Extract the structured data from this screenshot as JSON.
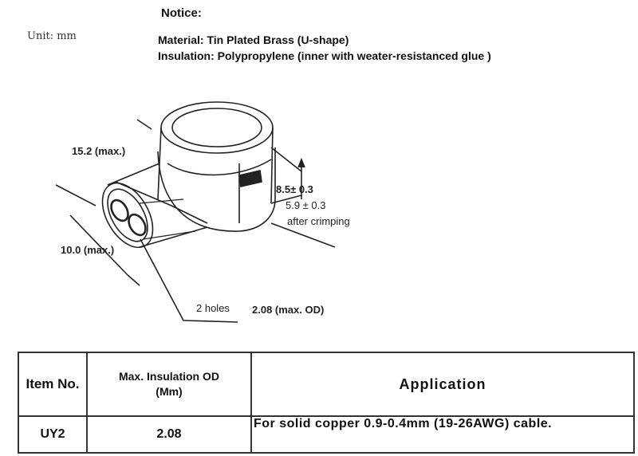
{
  "notice": {
    "title": "Notice:",
    "unit": "Unit: mm",
    "material": "Material: Tin Plated Brass (U-shape)",
    "insulation": "Insulation: Polypropylene (inner with weater-resistanced glue )"
  },
  "dimensions": {
    "width": "15.2 (max.)",
    "height": "8.5± 0.3",
    "height_crimped": "5.9 ± 0.3",
    "after_crimping": "after crimping",
    "depth": "10.0 (max.)",
    "holes_label": "2 holes",
    "holes_od": "2.08 (max. OD)"
  },
  "table": {
    "headers": {
      "item": "Item No.",
      "od_line1": "Max. Insulation OD",
      "od_line2": "(Mm)",
      "application": "Application"
    },
    "rows": [
      {
        "item": "UY2",
        "od": "2.08",
        "application": "For solid copper 0.9-0.4mm (19-26AWG) cable."
      }
    ]
  }
}
